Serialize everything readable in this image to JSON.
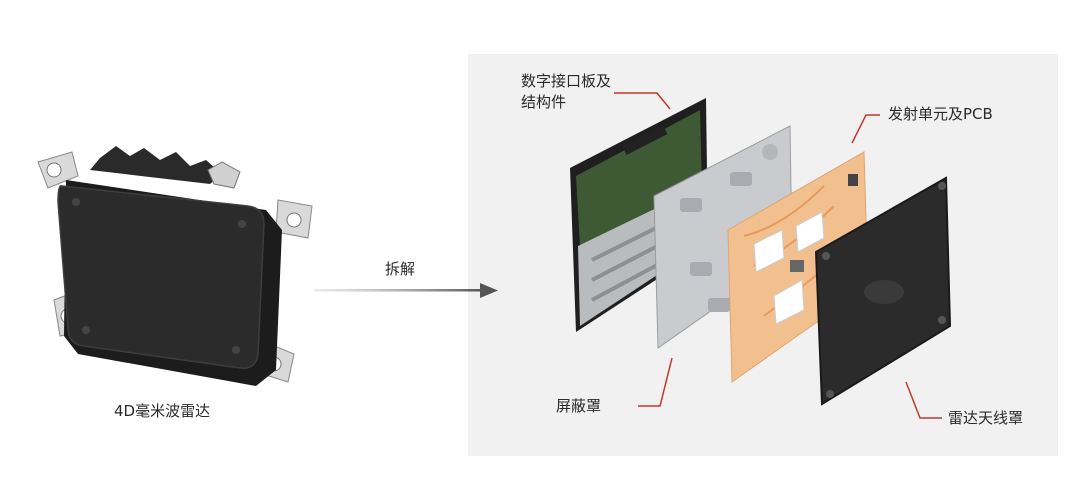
{
  "device_caption": "4D毫米波雷达",
  "arrow_label": "拆解",
  "parts": {
    "interface_board": {
      "line1": "数字接口板及",
      "line2": "结构件"
    },
    "transmitter_pcb": "发射单元及PCB",
    "shield": "屏蔽罩",
    "radome": "雷达天线罩"
  },
  "colors": {
    "accent_line": "#c0392b",
    "panel_bg": "#f1f1f1",
    "arrow": "#555555"
  }
}
